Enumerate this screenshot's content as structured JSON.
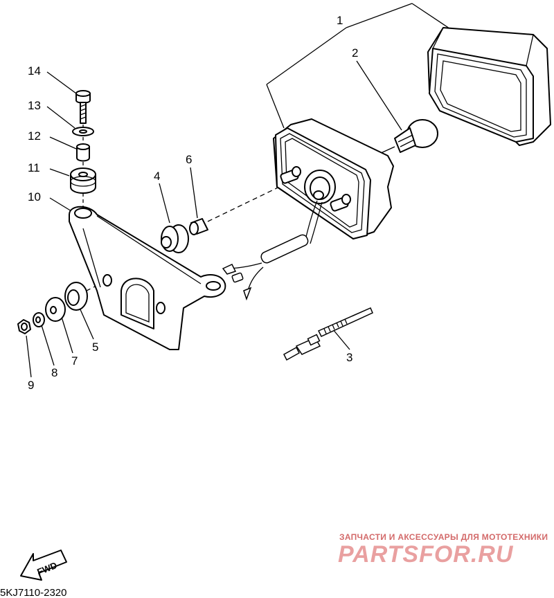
{
  "diagram": {
    "part_numbers": [
      "1",
      "2",
      "3",
      "4",
      "5",
      "6",
      "7",
      "8",
      "9",
      "10",
      "11",
      "12",
      "13",
      "14"
    ],
    "catalog_code": "5KJ7110-2320",
    "fwd_label": "FWD",
    "watermark": {
      "tagline": "ЗАПЧАСТИ И АКСЕССУАРЫ ДЛЯ МОТОТЕХНИКИ",
      "brand": "PARTSFOR.RU"
    },
    "colors": {
      "line": "#000000",
      "watermark": "#e9a0a0"
    }
  }
}
